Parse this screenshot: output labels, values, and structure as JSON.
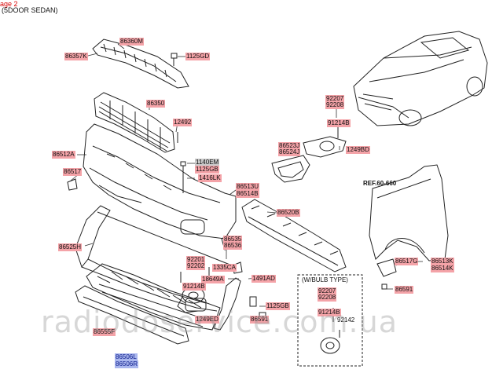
{
  "header": {
    "page_ref": "age 2",
    "variant": "(5DOOR SEDAN)"
  },
  "watermark": "radiodoservice.com.ua",
  "box_title": "(W/BULB TYPE)",
  "ref_note": "REF.60-660",
  "colors": {
    "part_label": "#f4a3a8",
    "part_label_gray": "#c9c9c9",
    "part_label_blue": "#a9b6ee",
    "line": "#222222"
  },
  "labels": {
    "p86360M": "86360M",
    "p86357K": "86357K",
    "p1125GD": "1125GD",
    "p86350": "86350",
    "p12492": "12492",
    "p86512A": "86512A",
    "p1140EM": "1140EM",
    "p1125GB": "1125GB",
    "p1416LK": "1416LK",
    "p86517": "86517",
    "p86513U": "86513U",
    "p86514B": "86514B",
    "p92207a": "92207",
    "p92208a": "92208",
    "p91214Ba": "91214B",
    "p86523J": "86523J",
    "p86524J": "86524J",
    "p1249BD": "1249BD",
    "p86520B": "86520B",
    "p86525H": "86525H",
    "p86535": "86535",
    "p86536": "86536",
    "p92201": "92201",
    "p92202": "92202",
    "p1335CA": "1335CA",
    "p18649A": "18649A",
    "p91214Bb": "91214B",
    "p1491AD": "1491AD",
    "p1125GB2": "1125GB",
    "p1249ED": "1249ED",
    "p86591a": "86591",
    "p86555F": "86555F",
    "p86506L": "86506L",
    "p86506R": "86506R",
    "p92207b": "92207",
    "p92208b": "92208",
    "p91214Bc": "91214B",
    "p92142": "92142",
    "p86517G": "86517G",
    "p86513K": "86513K",
    "p86514K": "86514K",
    "p86591b": "86591"
  }
}
